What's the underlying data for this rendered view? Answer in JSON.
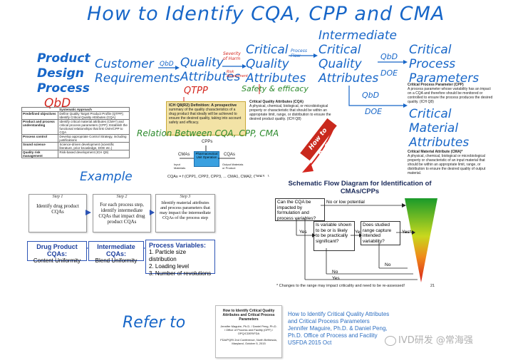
{
  "title": "How to Identify CQA, CPP and CMA",
  "left_heading": {
    "line1": "Product",
    "line2": "Design",
    "line3": "Process",
    "qbd": "QbD"
  },
  "flow_labels": {
    "customer": "Customer Requirements",
    "qbd_arrow": "QbD",
    "quality_attributes": "Quality Attributes",
    "severity": "Severity of Harm",
    "risk_assessment": "Risk Assessment",
    "cqa": "Critical Quality Attributes",
    "process_flow": "Process Flow",
    "icqa": "Intermediate Critical Quality Attributes",
    "qbd2": "QbD",
    "doe1": "DOE",
    "cpp": "Critical Process Parameters",
    "qbd3": "QbD",
    "doe2": "DOE",
    "cma": "Critical Material Attributes",
    "qtpp": "QTPP",
    "safety": "Safety & efficacy",
    "relation": "Relation Between CQA, CPP, CMA",
    "example": "Example",
    "how_to_define": "How to Define",
    "refer_to": "Refer to"
  },
  "qtpp_table": {
    "header": "Systematic Approach",
    "rows": [
      [
        "Predefined objectives",
        "Define Quality Target Product Profile (QTPP); Identify Critical Quality Attributes (CQA)"
      ],
      [
        "Product and process understanding",
        "Identify critical material attributes (CMA*) and critical process parameters (CPP); Establish the functional relationships that link CMA/CPP to CQA"
      ],
      [
        "Process control",
        "Develop appropriate Control Strategy, including justifications"
      ],
      [
        "Sound science",
        "Science-driven development (scientific literature, prior knowledge, DOE etc.)"
      ],
      [
        "Quality risk management",
        "Risk-based development (ICH Q9)"
      ]
    ]
  },
  "ich_box": {
    "heading": "ICH Q8(R2) Definition: A prospective",
    "body": "summary of the quality characteristics of a drug product that ideally will be achieved to ensure the desired quality, taking into account safety and efficacy."
  },
  "cqa_def": {
    "heading": "Critical Quality Attributes (CQA)",
    "body": "A physical, chemical, biological, or microbiological property or characteristic that should be within an appropriate limit, range, or distribution to ensure the desired product quality. (ICH Q8)"
  },
  "cpp_def": {
    "heading": "Critical Process Parameter (CPP)",
    "body": "A process parameter whose variability has an impact on a CQA and therefore should be monitored or controlled to ensure the process produces the desired quality. (ICH Q8)"
  },
  "cma_def": {
    "heading": "Critical Material Attribute (CMA)*",
    "body": "A physical, chemical, biological or microbiological property or characteristic of an input material that should be within an appropriate limit, range, or distribution to ensure the desired quality of output material."
  },
  "relation_diagram": {
    "cpps": "CPPs",
    "cmas": "CMAs",
    "center": "Pharmaceutical Unit Operation",
    "cqas": "CQAs",
    "input": "Input Materials",
    "output": "Output Materials or Product",
    "formula": "CQAs = f (CPP1, CPP2, CPP3, ... CMA1, CMA2, CMA3...)"
  },
  "steps": [
    {
      "title": "Step 1",
      "text": "Identify drug product CQAs"
    },
    {
      "title": "Step 2",
      "text": "For each process step, identify intermediate CQAs that impact drug product CQAs"
    },
    {
      "title": "Step 3",
      "text": "Identify material attributes and process parameters that may impact the intermediate CQAs of the process step"
    }
  ],
  "example_boxes": {
    "dp": {
      "title": "Drug Product CQAs:",
      "item": "Content Uniformity"
    },
    "inter": {
      "title": "Intermediate CQAs:",
      "item": "Blend Uniformity"
    },
    "pv": {
      "title": "Process Variables:",
      "items": [
        "1. Particle size distribution",
        "2. Loading level",
        "3. Number of revolutions"
      ]
    }
  },
  "schematic": {
    "title": "Schematic Flow Diagram for Identification of CMAs/CPPs",
    "q1": "Can the CQA be impacted by formulation and process variables?",
    "no_low": "No or low potential",
    "yes1": "Yes",
    "q2": "Is variable shown to be or is likely to be practically significant?",
    "yes2": "Yes",
    "q3": "Does studied range capture intended variability?",
    "yes3": "Yes*",
    "no1": "No",
    "no2": "No",
    "yes4": "Yes",
    "note": "* Changes to the range may impact criticality and need to be re-assessed!",
    "page": "21"
  },
  "reference": {
    "cover_title": "How to Identify Critical Quality Attributes and Critical Process Parameters",
    "cover_authors": "Jennifer Maguire, Ph.D. / Daniel Peng, Ph.D. / Office of Process and Facility (OPF) / OPQ/CDER/FDA",
    "cover_event": "FDA/PQRI 2nd Conference, North Bethesda, Maryland, October 5, 2015",
    "lines": [
      "How to Identify Critical Quality Attributes",
      "and Critical Process Parameters",
      "Jennifer Maguire, Ph.D. & Daniel Peng,",
      "Ph.D. Office of Process and Facility",
      "USFDA 2015 Oct"
    ]
  },
  "watermark": "IVD研发 @常海强",
  "colors": {
    "handwriting_blue": "#1766c8",
    "handwriting_green": "#2c8a2c",
    "handwriting_red": "#d4271f",
    "box_blue": "#2d54b5"
  }
}
